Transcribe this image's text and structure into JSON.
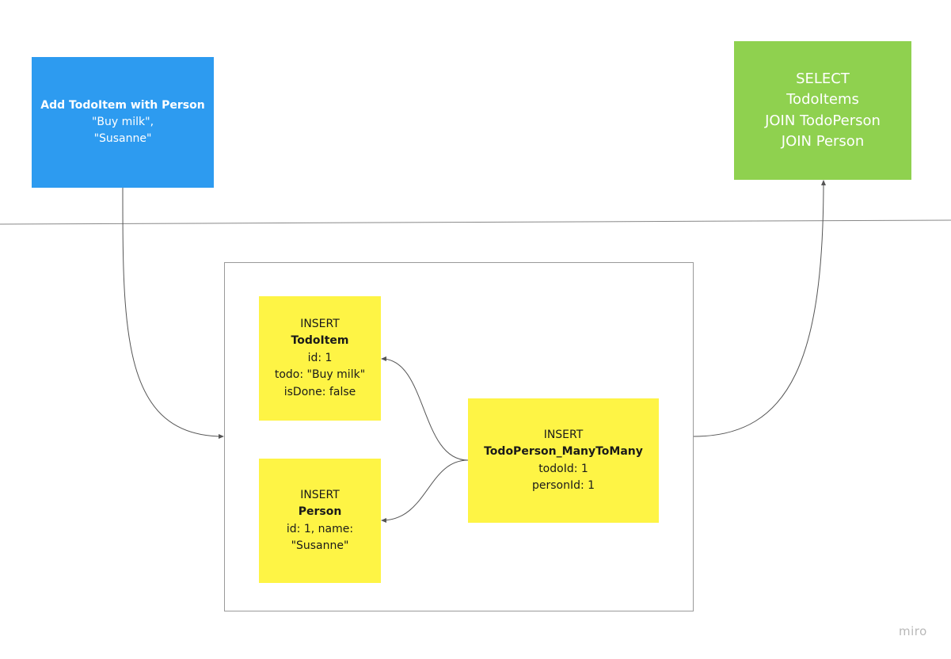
{
  "colors": {
    "blue_sticky": "#2d9bf0",
    "green_sticky": "#8fd14f",
    "yellow_sticky": "#fef445",
    "connector": "#555555",
    "divider": "#888888",
    "frame_border": "#9a9a9a"
  },
  "client_action": {
    "title": "Add TodoItem with Person",
    "line_2": "\"Buy milk\",",
    "line_3": "\"Susanne\""
  },
  "query": {
    "line_1": "SELECT",
    "line_2": "TodoItems",
    "line_3": "JOIN TodoPerson",
    "line_4": "JOIN Person"
  },
  "insert_todoitem": {
    "action": "INSERT",
    "table": "TodoItem",
    "line_1": "id: 1",
    "line_2": "todo: \"Buy milk\"",
    "line_3": "isDone: false"
  },
  "insert_person": {
    "action": "INSERT",
    "table": "Person",
    "line_1": "id: 1, name:",
    "line_2": "\"Susanne\""
  },
  "insert_join": {
    "action": "INSERT",
    "table": "TodoPerson_ManyToMany",
    "line_1": "todoId: 1",
    "line_2": "personId: 1"
  },
  "watermark": "miro"
}
